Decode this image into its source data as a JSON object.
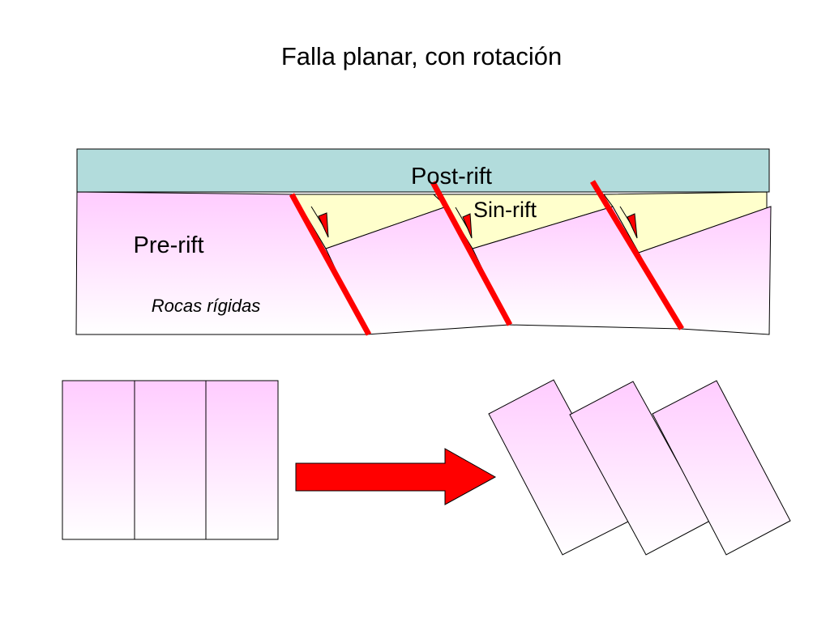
{
  "title": "Falla planar, con rotación",
  "labels": {
    "post_rift": "Post-rift",
    "sin_rift": "Sin-rift",
    "pre_rift": "Pre-rift",
    "rigid_rocks": "Rocas rígidas"
  },
  "colors": {
    "post_rift_fill": "#b2dcdc",
    "sin_rift_fill": "#ffffcc",
    "pre_rift_top": "#ffccff",
    "pre_rift_bottom": "#ffffff",
    "fault_red": "#ff0000",
    "outline": "#000000"
  },
  "icons": {
    "process_arrow": "right-arrow-icon",
    "slip_marker": "half-arrow-icon"
  }
}
